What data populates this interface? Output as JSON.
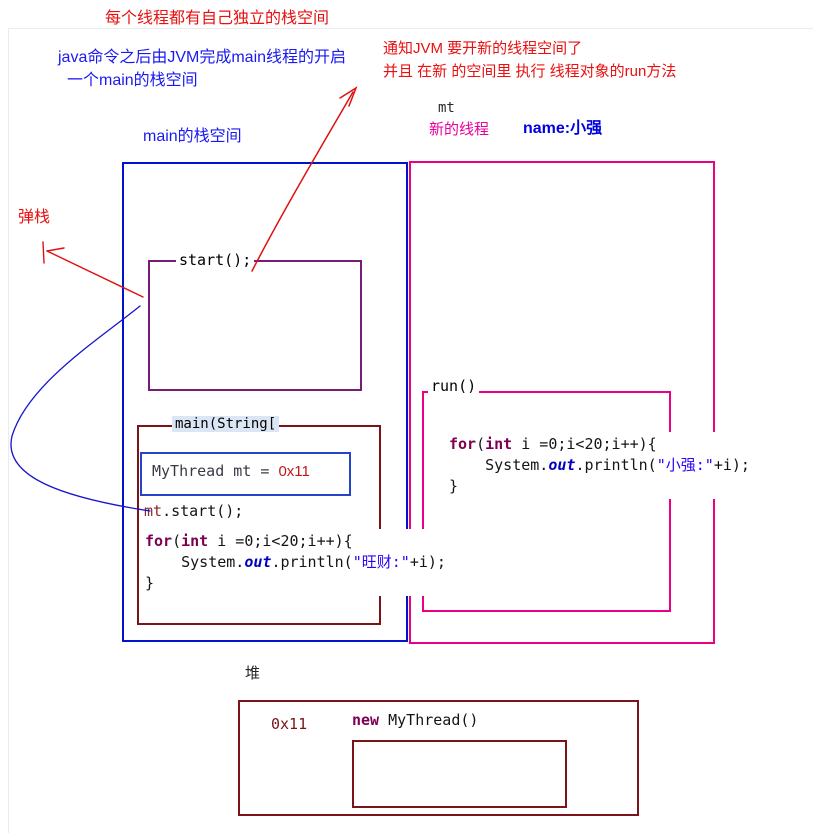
{
  "colors": {
    "annotation_red": "#e81010",
    "annotation_blue": "#1a1af0",
    "annotation_magenta": "#e8009c",
    "stack_box_blue": "#0012cc",
    "thread_box_magenta": "#ea0087",
    "frame_purple": "#7a1a78",
    "frame_maroon": "#7a1418",
    "ref_box_blue": "#2543cb",
    "keyword_purple": "#7B0052",
    "static_field_blue": "#0000C0",
    "string_blue": "#2A00FF",
    "address_red": "#c01818"
  },
  "annotations": {
    "top_note": "每个线程都有自己独立的栈空间",
    "jvm_note_line1": "java命令之后由JVM完成main线程的开启",
    "jvm_note_line2": "一个main的栈空间",
    "notify_note_line1": "通知JVM 要开新的线程空间了",
    "notify_note_line2": "并且 在新 的空间里 执行 线程对象的run方法",
    "mt_label": "mt",
    "new_thread_label": "新的线程",
    "thread_name_label": "name:小强",
    "main_stack_label": "main的栈空间",
    "pop_stack_label": "弹栈",
    "heap_label": "堆"
  },
  "frames": {
    "start_frame_label": "start();",
    "main_frame_label": "main(String[",
    "run_frame_label": "run()"
  },
  "code": {
    "mythread_assign": [
      [
        {
          "t": "MyThread mt = ",
          "c": "decl"
        },
        {
          "t": "0x11",
          "c": "addr"
        }
      ]
    ],
    "mt_start": [
      [
        {
          "t": "mt",
          "c": "var"
        },
        {
          "t": ".start();",
          "c": "plain"
        }
      ]
    ],
    "main_for_block": [
      [
        {
          "t": "for",
          "c": "kw"
        },
        {
          "t": "(",
          "c": "plain"
        },
        {
          "t": "int",
          "c": "kw"
        },
        {
          "t": " i =0;i<20;i++){",
          "c": "plain"
        }
      ],
      [
        {
          "t": "    System.",
          "c": "plain"
        },
        {
          "t": "out",
          "c": "static"
        },
        {
          "t": ".println(",
          "c": "plain"
        },
        {
          "t": "\"旺财:\"",
          "c": "str"
        },
        {
          "t": "+i);",
          "c": "plain"
        }
      ],
      [
        {
          "t": "}",
          "c": "plain"
        }
      ]
    ],
    "run_for_block": [
      [
        {
          "t": "for",
          "c": "kw"
        },
        {
          "t": "(",
          "c": "plain"
        },
        {
          "t": "int",
          "c": "kw"
        },
        {
          "t": " i =0;i<20;i++){",
          "c": "plain"
        }
      ],
      [
        {
          "t": "    System.",
          "c": "plain"
        },
        {
          "t": "out",
          "c": "static"
        },
        {
          "t": ".println(",
          "c": "plain"
        },
        {
          "t": "\"小强:\"",
          "c": "str"
        },
        {
          "t": "+i);",
          "c": "plain"
        }
      ],
      [
        {
          "t": "}",
          "c": "plain"
        }
      ]
    ],
    "heap_new": [
      [
        {
          "t": "new",
          "c": "kw"
        },
        {
          "t": " MyThread()",
          "c": "plain"
        }
      ]
    ],
    "heap_addr": [
      [
        {
          "t": "0x11",
          "c": "maroon"
        }
      ]
    ]
  }
}
